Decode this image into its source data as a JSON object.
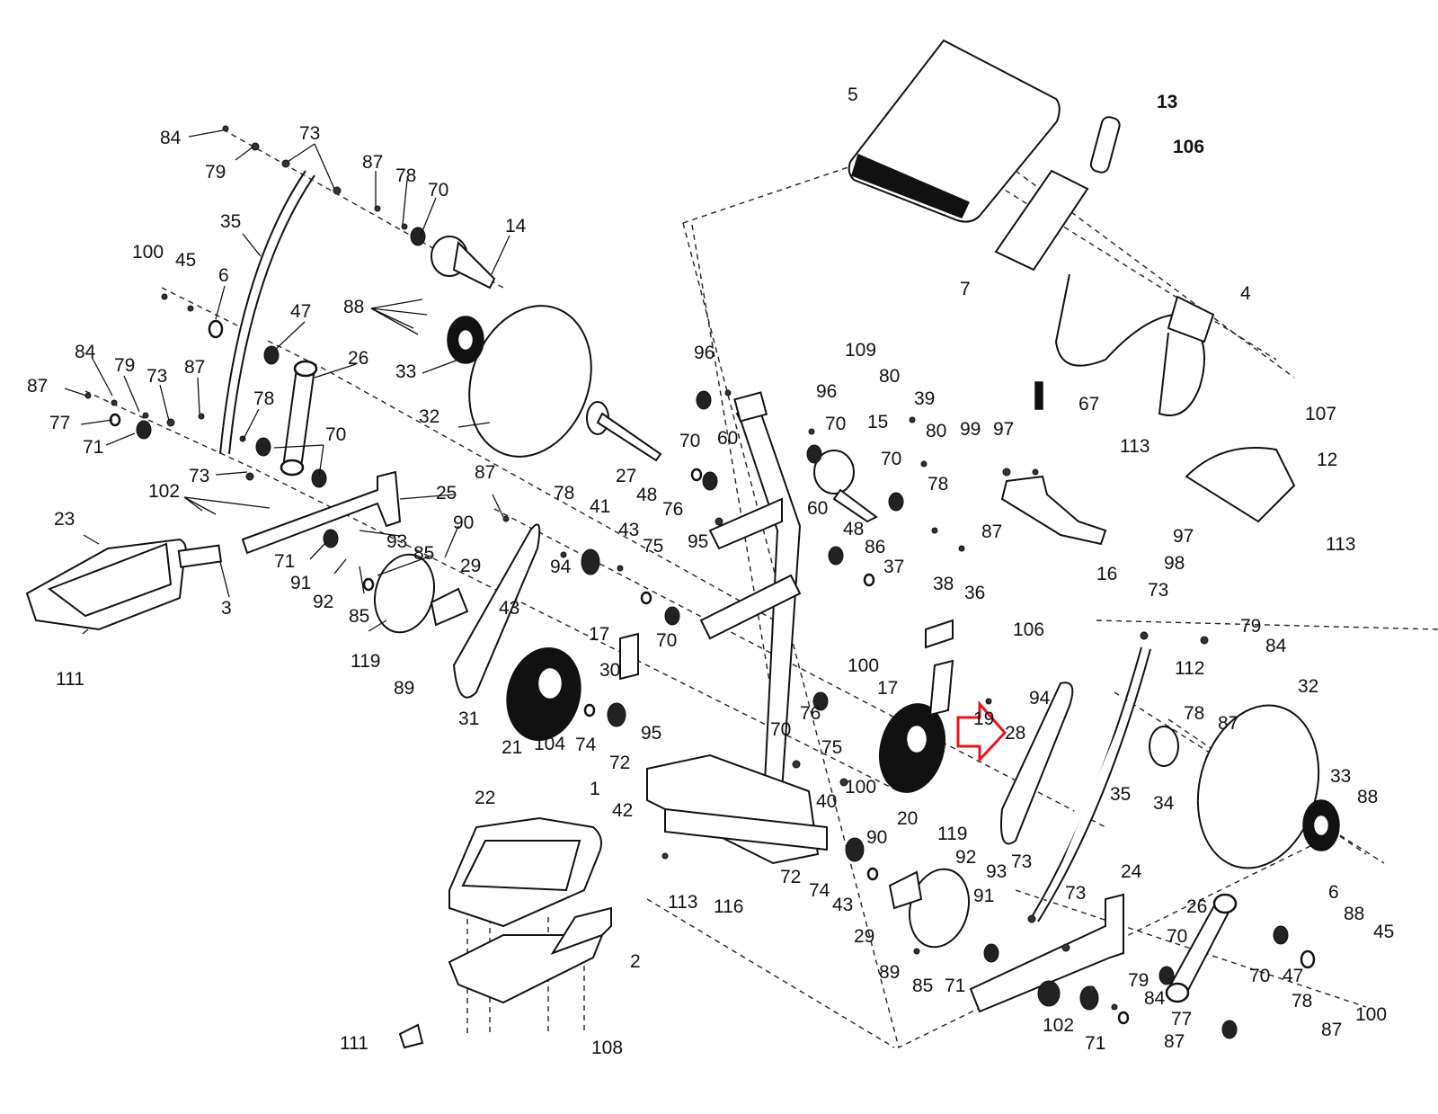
{
  "diagram": {
    "title": "Elliptical exploded parts diagram",
    "highlight": {
      "part": "19",
      "color": "#e8141b",
      "shape": "right-arrow"
    },
    "labels": [
      {
        "id": "84a",
        "text": "84"
      },
      {
        "id": "73a",
        "text": "73"
      },
      {
        "id": "79a",
        "text": "79"
      },
      {
        "id": "87a",
        "text": "87"
      },
      {
        "id": "78a",
        "text": "78"
      },
      {
        "id": "70a",
        "text": "70"
      },
      {
        "id": "14",
        "text": "14"
      },
      {
        "id": "35a",
        "text": "35"
      },
      {
        "id": "100a",
        "text": "100"
      },
      {
        "id": "45a",
        "text": "45"
      },
      {
        "id": "6a",
        "text": "6"
      },
      {
        "id": "47a",
        "text": "47"
      },
      {
        "id": "88a",
        "text": "88"
      },
      {
        "id": "26a",
        "text": "26"
      },
      {
        "id": "33a",
        "text": "33"
      },
      {
        "id": "32a",
        "text": "32"
      },
      {
        "id": "84b",
        "text": "84"
      },
      {
        "id": "79b",
        "text": "79"
      },
      {
        "id": "73b",
        "text": "73"
      },
      {
        "id": "87b",
        "text": "87"
      },
      {
        "id": "87c",
        "text": "87"
      },
      {
        "id": "77a",
        "text": "77"
      },
      {
        "id": "71a",
        "text": "71"
      },
      {
        "id": "78b",
        "text": "78"
      },
      {
        "id": "70b",
        "text": "70"
      },
      {
        "id": "73c",
        "text": "73"
      },
      {
        "id": "102a",
        "text": "102"
      },
      {
        "id": "25",
        "text": "25"
      },
      {
        "id": "23",
        "text": "23"
      },
      {
        "id": "93a",
        "text": "93"
      },
      {
        "id": "71b",
        "text": "71"
      },
      {
        "id": "91a",
        "text": "91"
      },
      {
        "id": "92a",
        "text": "92"
      },
      {
        "id": "85a",
        "text": "85"
      },
      {
        "id": "85b",
        "text": "85"
      },
      {
        "id": "3",
        "text": "3"
      },
      {
        "id": "111a",
        "text": "111"
      },
      {
        "id": "119a",
        "text": "119"
      },
      {
        "id": "89a",
        "text": "89"
      },
      {
        "id": "90a",
        "text": "90"
      },
      {
        "id": "29a",
        "text": "29"
      },
      {
        "id": "87d",
        "text": "87"
      },
      {
        "id": "78c",
        "text": "78"
      },
      {
        "id": "41",
        "text": "41"
      },
      {
        "id": "43a",
        "text": "43"
      },
      {
        "id": "43b",
        "text": "43"
      },
      {
        "id": "27",
        "text": "27"
      },
      {
        "id": "48a",
        "text": "48"
      },
      {
        "id": "76a",
        "text": "76"
      },
      {
        "id": "75a",
        "text": "75"
      },
      {
        "id": "95a",
        "text": "95"
      },
      {
        "id": "94a",
        "text": "94"
      },
      {
        "id": "70c",
        "text": "70"
      },
      {
        "id": "17a",
        "text": "17"
      },
      {
        "id": "30",
        "text": "30"
      },
      {
        "id": "31",
        "text": "31"
      },
      {
        "id": "21",
        "text": "21"
      },
      {
        "id": "104",
        "text": "104"
      },
      {
        "id": "74a",
        "text": "74"
      },
      {
        "id": "72a",
        "text": "72"
      },
      {
        "id": "95b",
        "text": "95"
      },
      {
        "id": "96a",
        "text": "96"
      },
      {
        "id": "70d",
        "text": "70"
      },
      {
        "id": "60a",
        "text": "60"
      },
      {
        "id": "109",
        "text": "109"
      },
      {
        "id": "96b",
        "text": "96"
      },
      {
        "id": "70e",
        "text": "70"
      },
      {
        "id": "15",
        "text": "15"
      },
      {
        "id": "80a",
        "text": "80"
      },
      {
        "id": "39",
        "text": "39"
      },
      {
        "id": "80b",
        "text": "80"
      },
      {
        "id": "70f",
        "text": "70"
      },
      {
        "id": "60b",
        "text": "60"
      },
      {
        "id": "48b",
        "text": "48"
      },
      {
        "id": "78d",
        "text": "78"
      },
      {
        "id": "86",
        "text": "86"
      },
      {
        "id": "37",
        "text": "37"
      },
      {
        "id": "38",
        "text": "38"
      },
      {
        "id": "36",
        "text": "36"
      },
      {
        "id": "106a",
        "text": "106"
      },
      {
        "id": "99",
        "text": "99"
      },
      {
        "id": "97a",
        "text": "97"
      },
      {
        "id": "87e",
        "text": "87"
      },
      {
        "id": "67",
        "text": "67"
      },
      {
        "id": "16",
        "text": "16"
      },
      {
        "id": "97b",
        "text": "97"
      },
      {
        "id": "98",
        "text": "98"
      },
      {
        "id": "5",
        "text": "5"
      },
      {
        "id": "13",
        "text": "13"
      },
      {
        "id": "106b",
        "text": "106"
      },
      {
        "id": "7",
        "text": "7"
      },
      {
        "id": "4",
        "text": "4"
      },
      {
        "id": "107",
        "text": "107"
      },
      {
        "id": "113a",
        "text": "113"
      },
      {
        "id": "12",
        "text": "12"
      },
      {
        "id": "113b",
        "text": "113"
      },
      {
        "id": "1",
        "text": "1"
      },
      {
        "id": "100b",
        "text": "100"
      },
      {
        "id": "17b",
        "text": "17"
      },
      {
        "id": "94b",
        "text": "94"
      },
      {
        "id": "19",
        "text": "19"
      },
      {
        "id": "28",
        "text": "28"
      },
      {
        "id": "70g",
        "text": "70"
      },
      {
        "id": "76b",
        "text": "76"
      },
      {
        "id": "75b",
        "text": "75"
      },
      {
        "id": "100c",
        "text": "100"
      },
      {
        "id": "40",
        "text": "40"
      },
      {
        "id": "20",
        "text": "20"
      },
      {
        "id": "42",
        "text": "42"
      },
      {
        "id": "113c",
        "text": "113"
      },
      {
        "id": "116",
        "text": "116"
      },
      {
        "id": "22",
        "text": "22"
      },
      {
        "id": "72b",
        "text": "72"
      },
      {
        "id": "74b",
        "text": "74"
      },
      {
        "id": "43c",
        "text": "43"
      },
      {
        "id": "90b",
        "text": "90"
      },
      {
        "id": "119b",
        "text": "119"
      },
      {
        "id": "92b",
        "text": "92"
      },
      {
        "id": "93b",
        "text": "93"
      },
      {
        "id": "73d",
        "text": "73"
      },
      {
        "id": "91b",
        "text": "91"
      },
      {
        "id": "73e",
        "text": "73"
      },
      {
        "id": "29b",
        "text": "29"
      },
      {
        "id": "89b",
        "text": "89"
      },
      {
        "id": "85c",
        "text": "85"
      },
      {
        "id": "71c",
        "text": "71"
      },
      {
        "id": "2",
        "text": "2"
      },
      {
        "id": "111b",
        "text": "111"
      },
      {
        "id": "108",
        "text": "108"
      },
      {
        "id": "24",
        "text": "24"
      },
      {
        "id": "35b",
        "text": "35"
      },
      {
        "id": "73f",
        "text": "73"
      },
      {
        "id": "79c",
        "text": "79"
      },
      {
        "id": "84c",
        "text": "84"
      },
      {
        "id": "112",
        "text": "112"
      },
      {
        "id": "32b",
        "text": "32"
      },
      {
        "id": "78e",
        "text": "78"
      },
      {
        "id": "87f",
        "text": "87"
      },
      {
        "id": "34",
        "text": "34"
      },
      {
        "id": "33b",
        "text": "33"
      },
      {
        "id": "88b",
        "text": "88"
      },
      {
        "id": "88c",
        "text": "88"
      },
      {
        "id": "6b",
        "text": "6"
      },
      {
        "id": "45b",
        "text": "45"
      },
      {
        "id": "100d",
        "text": "100"
      },
      {
        "id": "26b",
        "text": "26"
      },
      {
        "id": "70h",
        "text": "70"
      },
      {
        "id": "47b",
        "text": "47"
      },
      {
        "id": "70i",
        "text": "70"
      },
      {
        "id": "78f",
        "text": "78"
      },
      {
        "id": "79d",
        "text": "79"
      },
      {
        "id": "84d",
        "text": "84"
      },
      {
        "id": "77b",
        "text": "77"
      },
      {
        "id": "102b",
        "text": "102"
      },
      {
        "id": "71d",
        "text": "71"
      },
      {
        "id": "87g",
        "text": "87"
      },
      {
        "id": "87h",
        "text": "87"
      }
    ]
  }
}
